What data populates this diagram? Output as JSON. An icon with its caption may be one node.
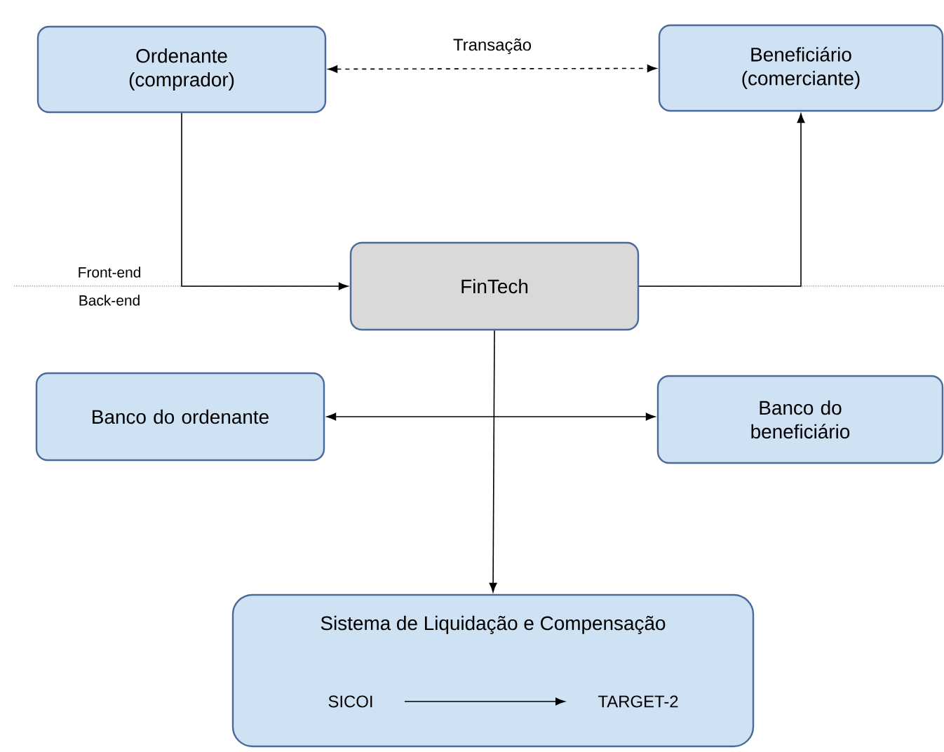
{
  "diagram": {
    "nodes": [
      {
        "text": [
          "Ordenante (comprador)"
        ]
      },
      {
        "text": [
          "Beneficiário (comerciante)"
        ]
      },
      {
        "text": [
          "FinTech"
        ]
      },
      {
        "text": [
          "Banco do ordenante"
        ]
      },
      {
        "text": [
          "Banco do beneficiário"
        ]
      },
      {
        "text": [
          "Sistema de Liquidação e Compensação"
        ]
      },
      {
        "text": [
          "SICOI"
        ],
        "in": 5
      },
      {
        "text": [
          "TARGET-2"
        ],
        "in": 5
      }
    ],
    "edges": [
      {
        "from": 0,
        "to": 1,
        "arrow": "both",
        "style": "dashed",
        "label": "Transação"
      },
      {
        "from": 0,
        "to": 2,
        "arrow": "to"
      },
      {
        "from": 2,
        "to": 1,
        "arrow": "to"
      },
      {
        "from": 3,
        "to": 4,
        "arrow": "both"
      },
      {
        "from": 2,
        "to": 5,
        "arrow": "to"
      },
      {
        "from": 6,
        "to": 7,
        "arrow": "to"
      }
    ],
    "labels": [
      "Front-end",
      "Back-end"
    ]
  }
}
